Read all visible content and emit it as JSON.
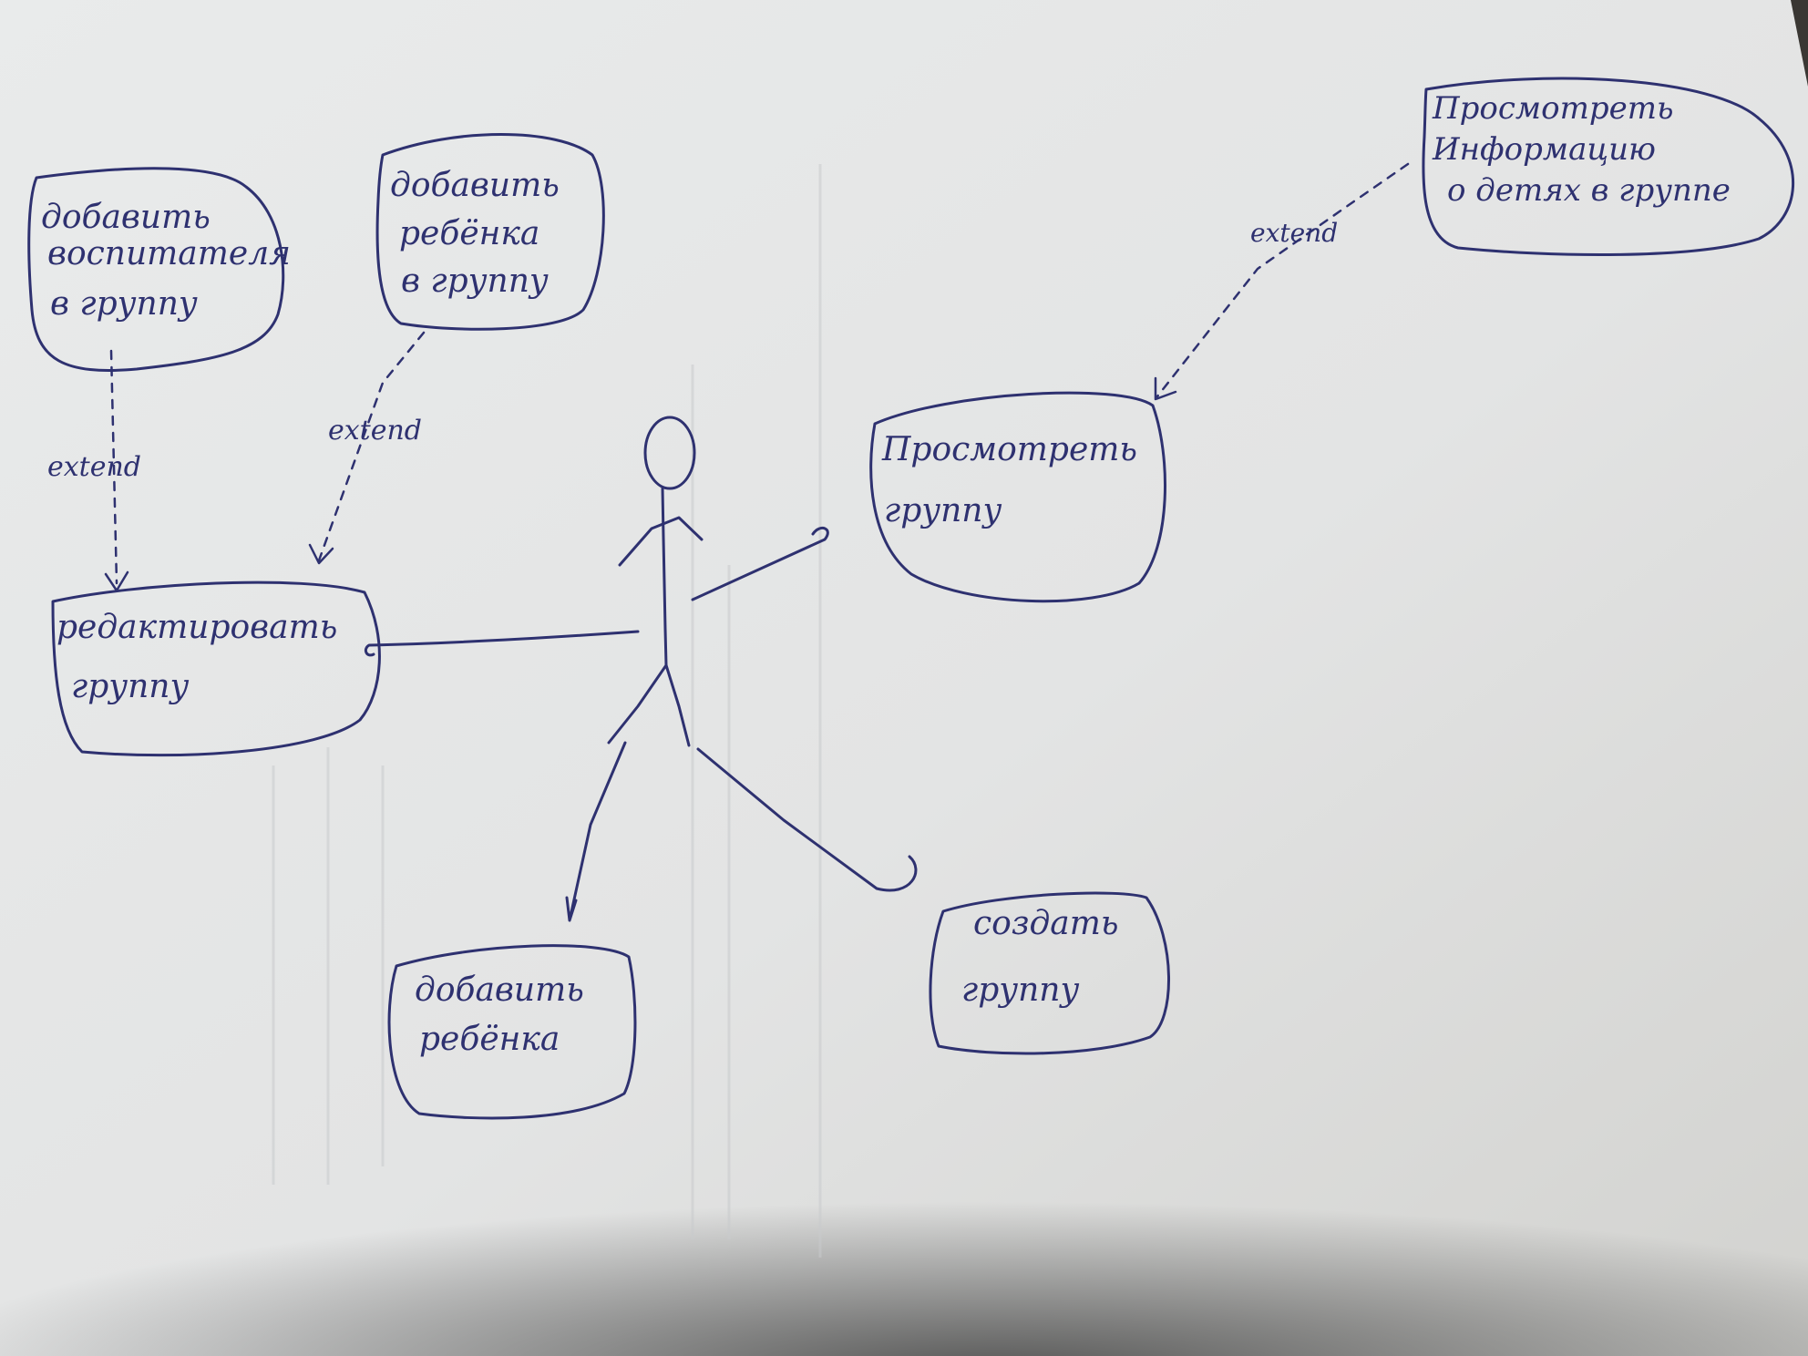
{
  "diagram": {
    "ink_color": "#2e3170",
    "paper_color": "#e6e7e6",
    "use_cases": {
      "add_teacher": [
        "добавить",
        "воспитателя",
        "в группу"
      ],
      "add_child_to_group": [
        "добавить",
        "ребёнка",
        "в группу"
      ],
      "view_child_info": [
        "Просмотреть",
        "Информацию",
        "о детях в группе"
      ],
      "view_group": [
        "Просмотреть",
        "группу"
      ],
      "edit_group": [
        "редактировать",
        "группу"
      ],
      "add_child": [
        "добавить",
        "ребёнка"
      ],
      "create_group": [
        "создать",
        "группу"
      ]
    },
    "relations": {
      "extend_1": "extend",
      "extend_2": "extend",
      "extend_3": "extend"
    }
  }
}
